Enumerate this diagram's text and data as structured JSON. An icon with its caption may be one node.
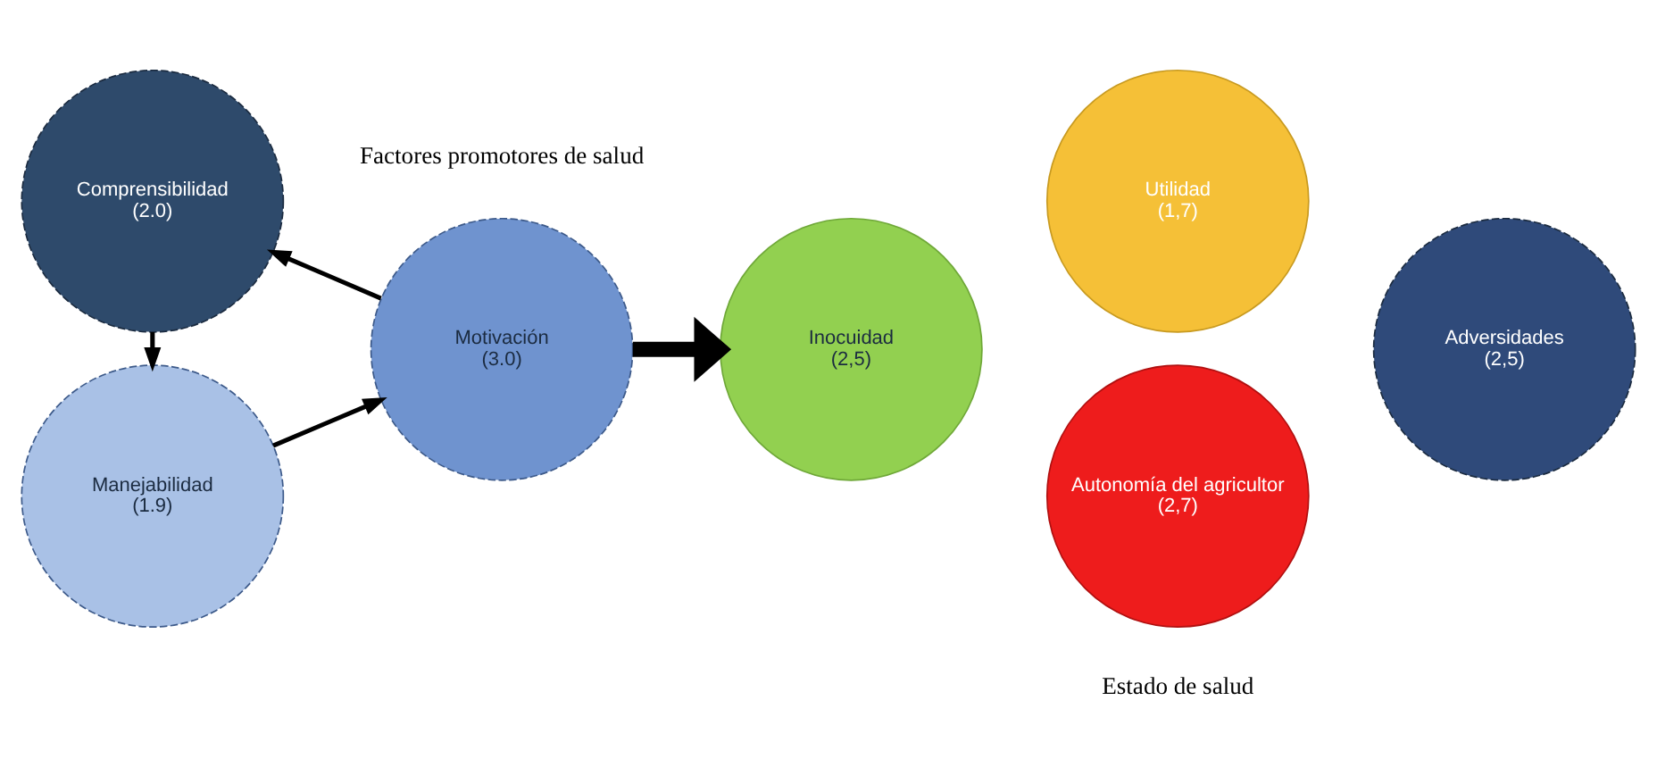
{
  "diagram": {
    "nodes": [
      {
        "text": [
          "Comprensibilidad",
          "(2.0)"
        ]
      },
      {
        "text": [
          "Motivación",
          "(3.0)"
        ]
      },
      {
        "text": [
          "Manejabilidad",
          "(1.9)"
        ]
      },
      {
        "text": [
          "Utilidad",
          "(1,7)"
        ]
      },
      {
        "text": [
          "Inocuidad",
          "(2,5)"
        ]
      },
      {
        "text": [
          "Adversidades",
          "(2,5)"
        ]
      },
      {
        "text": [
          "Autonomía del agricultor",
          "(2,7)"
        ]
      }
    ],
    "edges": [
      {
        "from": 1,
        "to": 0,
        "arrow": "to"
      },
      {
        "from": 0,
        "to": 2,
        "arrow": "to"
      },
      {
        "from": 2,
        "to": 1,
        "arrow": "to"
      },
      {
        "from": 1,
        "to": 4,
        "arrow": "to",
        "style": "thick"
      }
    ],
    "labels": [
      "Factores promotores de salud",
      "Estado de salud"
    ]
  }
}
